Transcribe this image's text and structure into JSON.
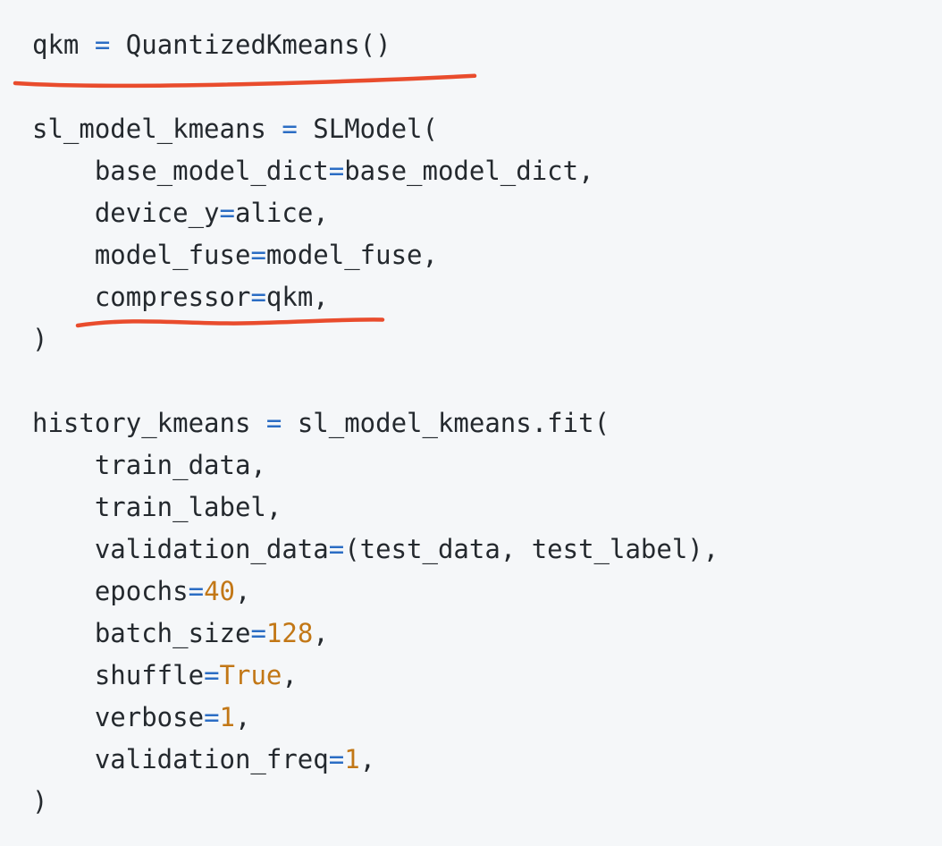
{
  "colors": {
    "background": "#f5f7f9",
    "code_text": "#24292e",
    "operator": "#2b6dc4",
    "number": "#c27716",
    "keyword": "#c27716",
    "annotation": "#e94c2d"
  },
  "code": {
    "language": "python",
    "lines": [
      {
        "tokens": [
          {
            "t": "qkm ",
            "c": "plain"
          },
          {
            "t": "=",
            "c": "op"
          },
          {
            "t": " QuantizedKmeans()",
            "c": "plain"
          }
        ]
      },
      {
        "tokens": []
      },
      {
        "tokens": [
          {
            "t": "sl_model_kmeans ",
            "c": "plain"
          },
          {
            "t": "=",
            "c": "op"
          },
          {
            "t": " SLModel(",
            "c": "plain"
          }
        ]
      },
      {
        "tokens": [
          {
            "t": "    base_model_dict",
            "c": "plain"
          },
          {
            "t": "=",
            "c": "op"
          },
          {
            "t": "base_model_dict,",
            "c": "plain"
          }
        ]
      },
      {
        "tokens": [
          {
            "t": "    device_y",
            "c": "plain"
          },
          {
            "t": "=",
            "c": "op"
          },
          {
            "t": "alice,",
            "c": "plain"
          }
        ]
      },
      {
        "tokens": [
          {
            "t": "    model_fuse",
            "c": "plain"
          },
          {
            "t": "=",
            "c": "op"
          },
          {
            "t": "model_fuse,",
            "c": "plain"
          }
        ]
      },
      {
        "tokens": [
          {
            "t": "    compressor",
            "c": "plain"
          },
          {
            "t": "=",
            "c": "op"
          },
          {
            "t": "qkm,",
            "c": "plain"
          }
        ]
      },
      {
        "tokens": [
          {
            "t": ")",
            "c": "plain"
          }
        ]
      },
      {
        "tokens": []
      },
      {
        "tokens": [
          {
            "t": "history_kmeans ",
            "c": "plain"
          },
          {
            "t": "=",
            "c": "op"
          },
          {
            "t": " sl_model_kmeans.fit(",
            "c": "plain"
          }
        ]
      },
      {
        "tokens": [
          {
            "t": "    train_data,",
            "c": "plain"
          }
        ]
      },
      {
        "tokens": [
          {
            "t": "    train_label,",
            "c": "plain"
          }
        ]
      },
      {
        "tokens": [
          {
            "t": "    validation_data",
            "c": "plain"
          },
          {
            "t": "=",
            "c": "op"
          },
          {
            "t": "(test_data, test_label),",
            "c": "plain"
          }
        ]
      },
      {
        "tokens": [
          {
            "t": "    epochs",
            "c": "plain"
          },
          {
            "t": "=",
            "c": "op"
          },
          {
            "t": "40",
            "c": "num"
          },
          {
            "t": ",",
            "c": "plain"
          }
        ]
      },
      {
        "tokens": [
          {
            "t": "    batch_size",
            "c": "plain"
          },
          {
            "t": "=",
            "c": "op"
          },
          {
            "t": "128",
            "c": "num"
          },
          {
            "t": ",",
            "c": "plain"
          }
        ]
      },
      {
        "tokens": [
          {
            "t": "    shuffle",
            "c": "plain"
          },
          {
            "t": "=",
            "c": "op"
          },
          {
            "t": "True",
            "c": "kw"
          },
          {
            "t": ",",
            "c": "plain"
          }
        ]
      },
      {
        "tokens": [
          {
            "t": "    verbose",
            "c": "plain"
          },
          {
            "t": "=",
            "c": "op"
          },
          {
            "t": "1",
            "c": "num"
          },
          {
            "t": ",",
            "c": "plain"
          }
        ]
      },
      {
        "tokens": [
          {
            "t": "    validation_freq",
            "c": "plain"
          },
          {
            "t": "=",
            "c": "op"
          },
          {
            "t": "1",
            "c": "num"
          },
          {
            "t": ",",
            "c": "plain"
          }
        ]
      },
      {
        "tokens": [
          {
            "t": ")",
            "c": "plain"
          }
        ]
      }
    ]
  },
  "annotations": [
    {
      "name": "red-underline-qkm",
      "underlined_text": "qkm = QuantizedKmeans()"
    },
    {
      "name": "red-underline-compressor",
      "underlined_text": "compressor=qkm,"
    }
  ]
}
